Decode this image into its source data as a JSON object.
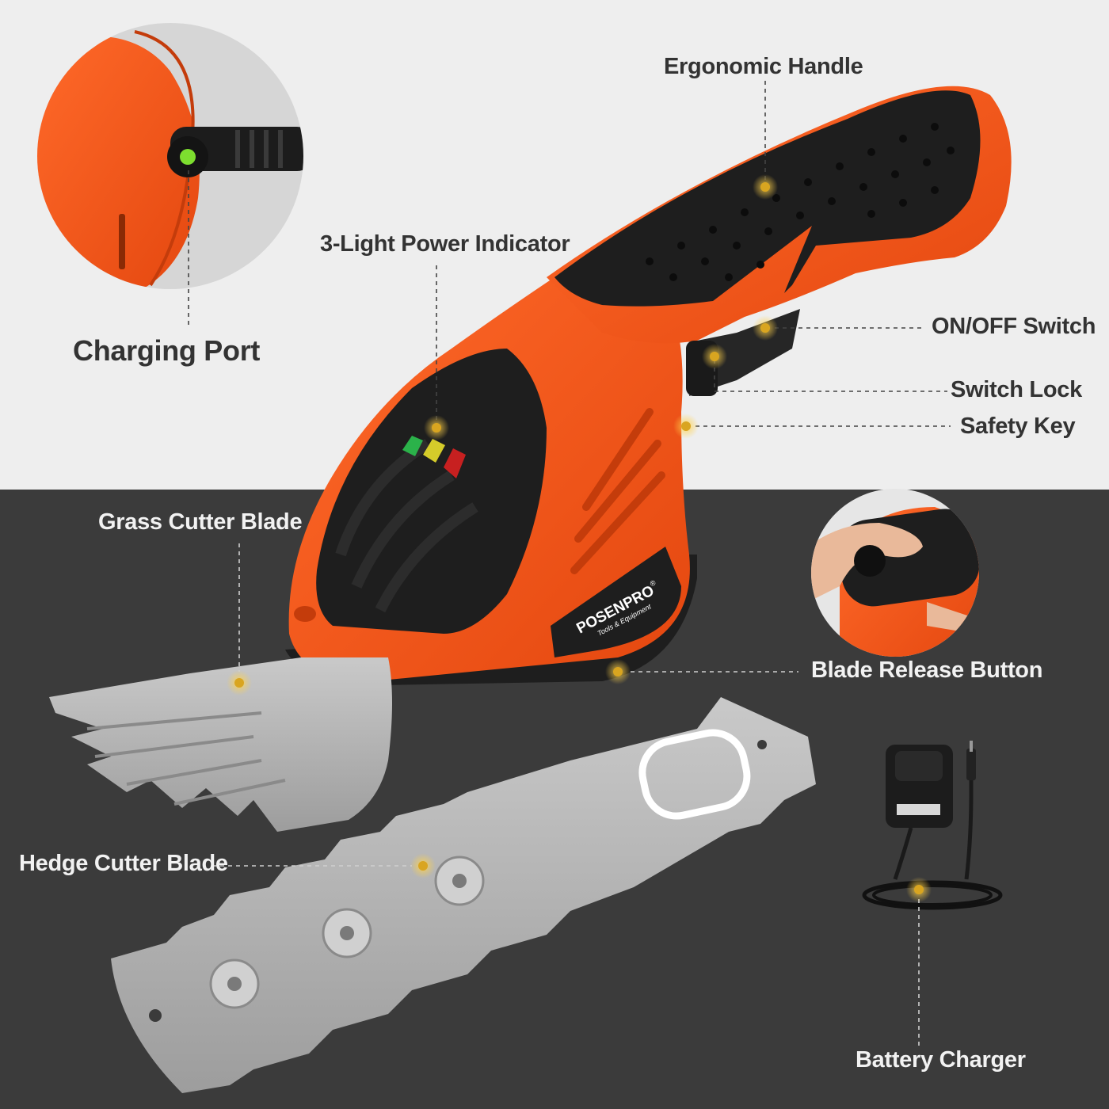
{
  "brand": {
    "name": "POSENPRO",
    "tagline": "Tools & Equipment",
    "mark": "®"
  },
  "callouts": {
    "charging_port": "Charging Port",
    "ergonomic_handle": "Ergonomic Handle",
    "power_indicator": "3-Light Power Indicator",
    "on_off_switch": "ON/OFF Switch",
    "switch_lock": "Switch Lock",
    "safety_key": "Safety Key",
    "grass_blade": "Grass Cutter Blade",
    "blade_release": "Blade Release Button",
    "hedge_blade": "Hedge Cutter Blade",
    "battery_charger": "Battery Charger"
  },
  "colors": {
    "body_orange": "#f2551c",
    "grip_black": "#1e1e1e",
    "marker_gold": "#d9a520",
    "light_bg": "#eeeeee",
    "dark_bg": "#3b3b3b"
  }
}
